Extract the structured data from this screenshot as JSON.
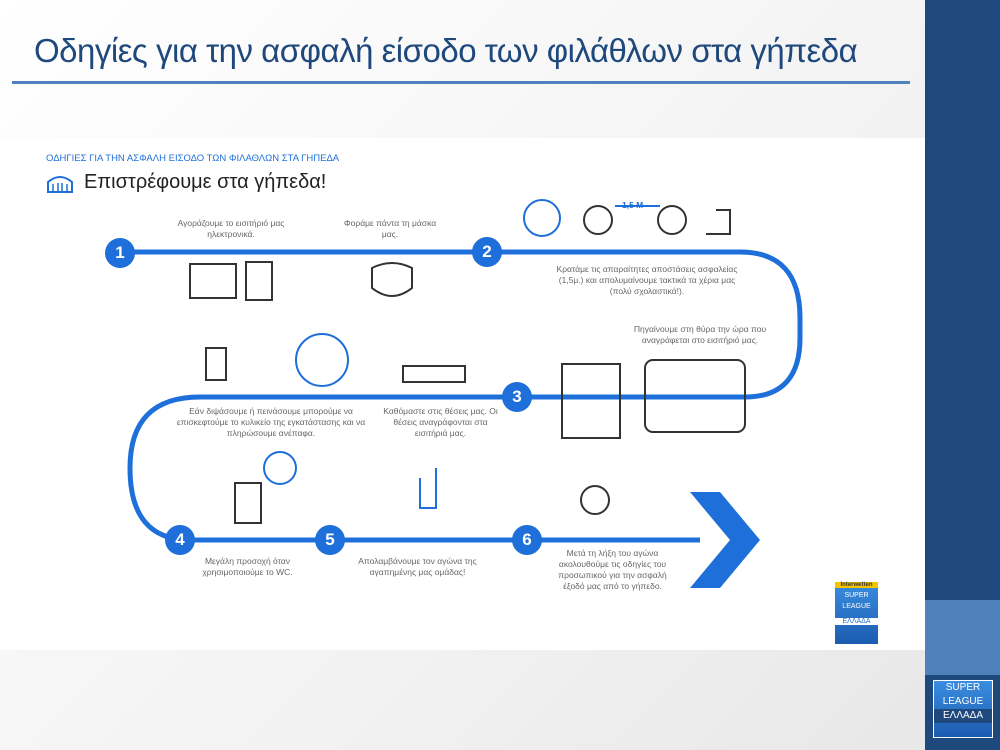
{
  "slide": {
    "title": "Οδηγίες για την ασφαλή είσοδο των φιλάθλων στα γήπεδα"
  },
  "infographic": {
    "kicker": "ΟΔΗΓΙΕΣ ΓΙΑ ΤΗΝ ΑΣΦΑΛΗ ΕΙΣΟΔΟ ΤΩΝ ΦΙΛΑΘΛΩΝ ΣΤΑ ΓΗΠΕΔΑ",
    "heading": "Επιστρέφουμε στα γήπεδα!",
    "distance": "1,5 M",
    "steps": [
      {
        "num": "1",
        "texts": [
          "Αγοράζουμε το εισιτήριό μας ηλεκτρονικά.",
          "Φοράμε πάντα τη μάσκα μας."
        ]
      },
      {
        "num": "2",
        "texts": [
          "Κρατάμε τις απαραίτητες αποστάσεις ασφαλείας (1,5μ.) και απολυμαίνουμε τακτικά τα χέρια μας (πολύ σχολαστικά!).",
          "Πηγαίνουμε στη θύρα την ώρα που αναγράφεται στο εισιτήριό μας."
        ]
      },
      {
        "num": "3",
        "texts": [
          "Καθόμαστε στις θέσεις μας. Οι θέσεις αναγράφονται στα εισιτήριά μας.",
          "Εάν διψάσουμε ή πεινάσουμε μπορούμε να επισκεφτούμε το κυλικείο της εγκατάστασης και να πληρώσουμε ανέπαφα."
        ]
      },
      {
        "num": "4",
        "texts": [
          "Μεγάλη προσοχή όταν χρησιμοποιούμε το WC."
        ]
      },
      {
        "num": "5",
        "texts": [
          "Απολαμβάνουμε τον αγώνα της αγαπημένης μας ομάδας!"
        ]
      },
      {
        "num": "6",
        "texts": [
          "Μετά τη λήξη του αγώνα ακολουθούμε τις οδηγίες του προσωπικού για την ασφαλή έξοδό μας από το γήπεδο."
        ]
      }
    ],
    "sponsor": "Interwetten",
    "logo_lines": [
      "SUPER",
      "LEAGUE",
      "ΕΛΛΑΔΑ"
    ],
    "colors": {
      "accent": "#1e6fd9",
      "slide_dark": "#1f497d",
      "slide_light": "#4f81bd"
    }
  }
}
